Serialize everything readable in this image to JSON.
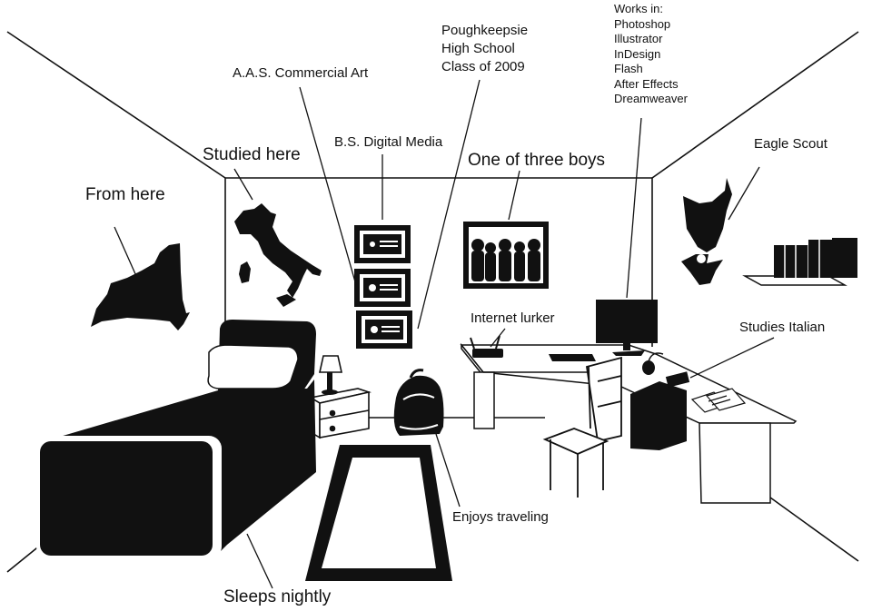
{
  "colors": {
    "ink": "#111111",
    "paper": "#ffffff"
  },
  "labels": {
    "from_here": "From here",
    "studied_here": "Studied here",
    "aas": "A.A.S. Commercial Art",
    "bs": "B.S. Digital Media",
    "highschool": [
      "Poughkeepsie",
      "High School",
      "Class of 2009"
    ],
    "boys": "One of three boys",
    "works_in_title": "Works in:",
    "works_in_apps": [
      "Photoshop",
      "Illustrator",
      "InDesign",
      "Flash",
      "After Effects",
      "Dreamweaver"
    ],
    "eagle_scout": "Eagle Scout",
    "internet_lurker": "Internet lurker",
    "studies_italian": "Studies Italian",
    "enjoys_traveling": "Enjoys traveling",
    "sleeps_nightly": "Sleeps nightly"
  },
  "icons": [
    "new-york-state-map-icon",
    "italy-map-icon",
    "diploma-icon",
    "family-photo-icon",
    "eagle-scout-trophy-icon",
    "bookshelf-icon",
    "computer-monitor-icon",
    "router-icon",
    "backpack-icon",
    "bed-icon",
    "nightstand-icon",
    "lamp-icon",
    "rug-icon",
    "desk-icon",
    "chair-icon",
    "pc-tower-icon",
    "mouse-icon",
    "phone-icon",
    "papers-icon"
  ]
}
